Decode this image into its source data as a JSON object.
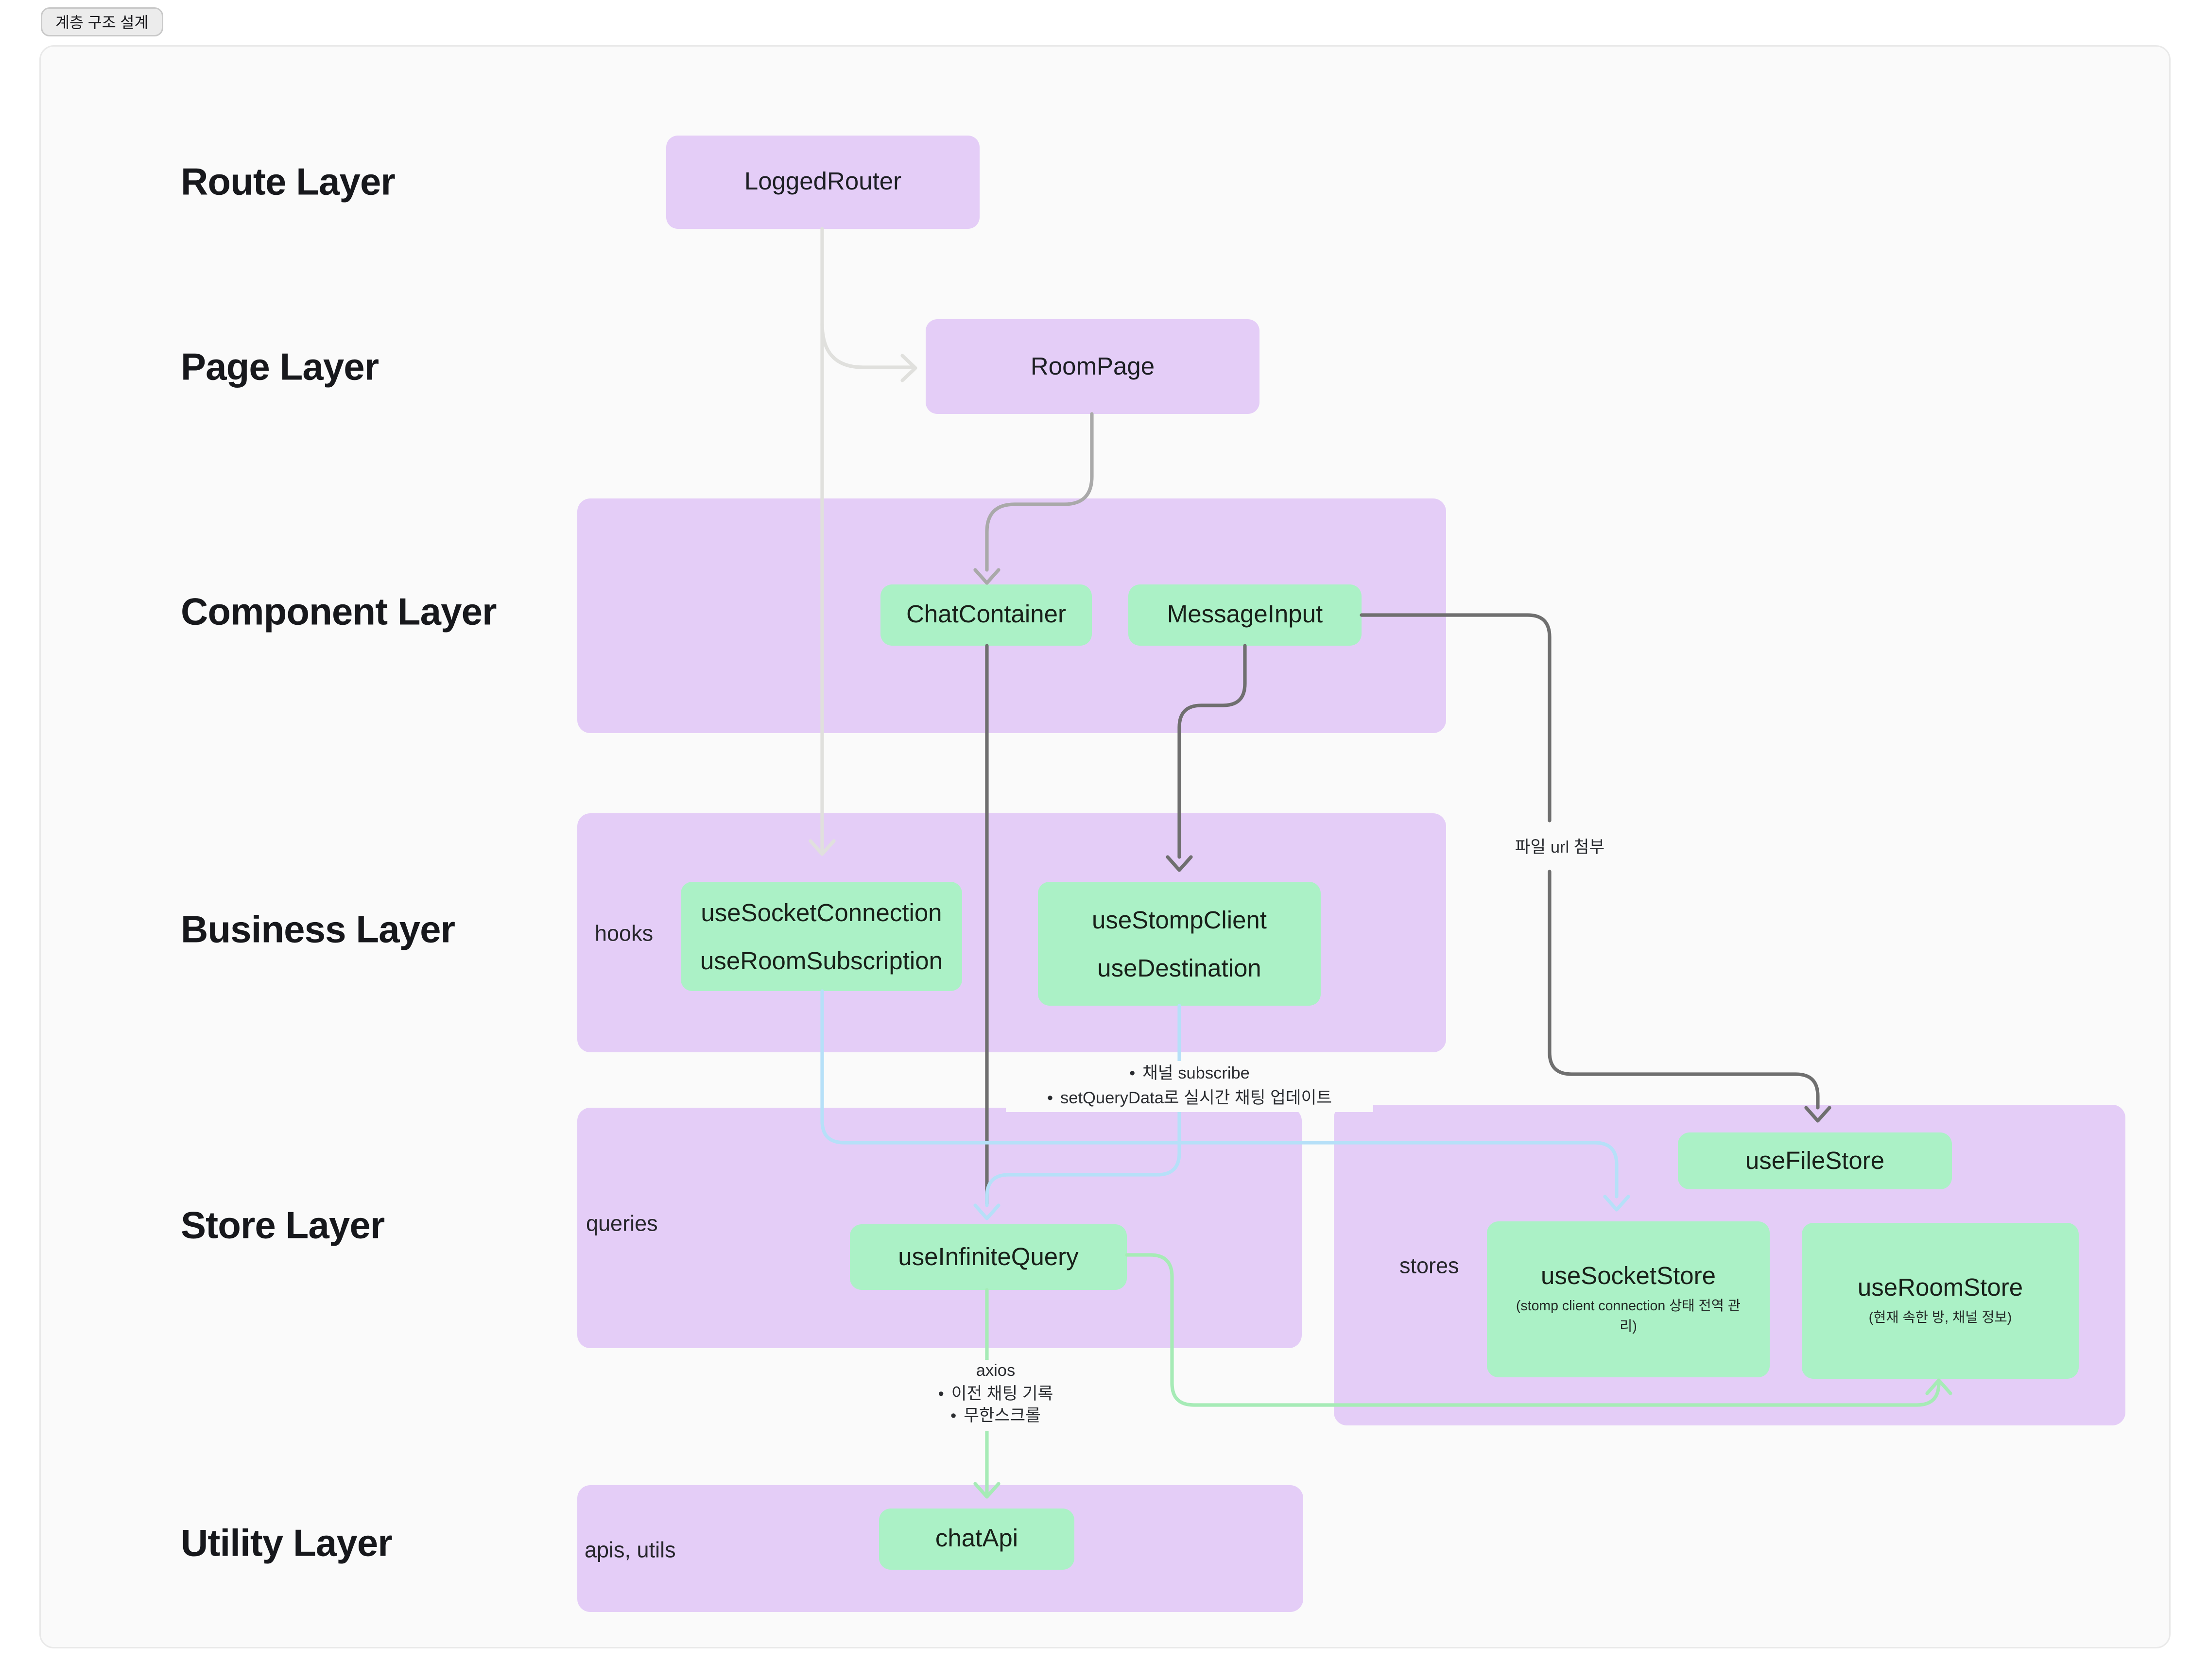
{
  "page": {
    "tab_label": "계층 구조 설계"
  },
  "layers": [
    "Route Layer",
    "Page Layer",
    "Component Layer",
    "Business Layer",
    "Store Layer",
    "Utility Layer"
  ],
  "groups": {
    "hooks": "hooks",
    "queries": "queries",
    "stores": "stores",
    "apis_utils": "apis, utils"
  },
  "nodes": {
    "logged_router": "LoggedRouter",
    "room_page": "RoomPage",
    "chat_container": "ChatContainer",
    "message_input": "MessageInput",
    "use_socket_connection_line1": "useSocketConnection",
    "use_socket_connection_line2": "useRoomSubscription",
    "use_stomp_client_line1": "useStompClient",
    "use_stomp_client_line2": "useDestination",
    "use_infinite_query": "useInfiniteQuery",
    "use_file_store": "useFileStore",
    "use_socket_store_title": "useSocketStore",
    "use_socket_store_sub": "(stomp client connection 상태 전역 관리)",
    "use_room_store_title": "useRoomStore",
    "use_room_store_sub": "(현재 속한 방, 채널 정보)",
    "chat_api": "chatApi"
  },
  "annotations": {
    "bullet": "•",
    "stomp_notes": [
      "채널 subscribe",
      "setQueryData로 실시간 채팅 업데이트"
    ],
    "file_url": "파일 url 첨부",
    "axios_title": "axios",
    "axios_notes": [
      "이전 채팅 기록",
      "무한스크롤"
    ]
  },
  "colors": {
    "purple": "#e4cdf7",
    "green": "#abf1c6",
    "panel": "#fafafa",
    "line_light": "#e0e0dd",
    "line_gray": "#a9a9a9",
    "line_dark": "#6f6f6f",
    "line_blue": "#b6e0f8",
    "line_green": "#a6ebb6"
  }
}
